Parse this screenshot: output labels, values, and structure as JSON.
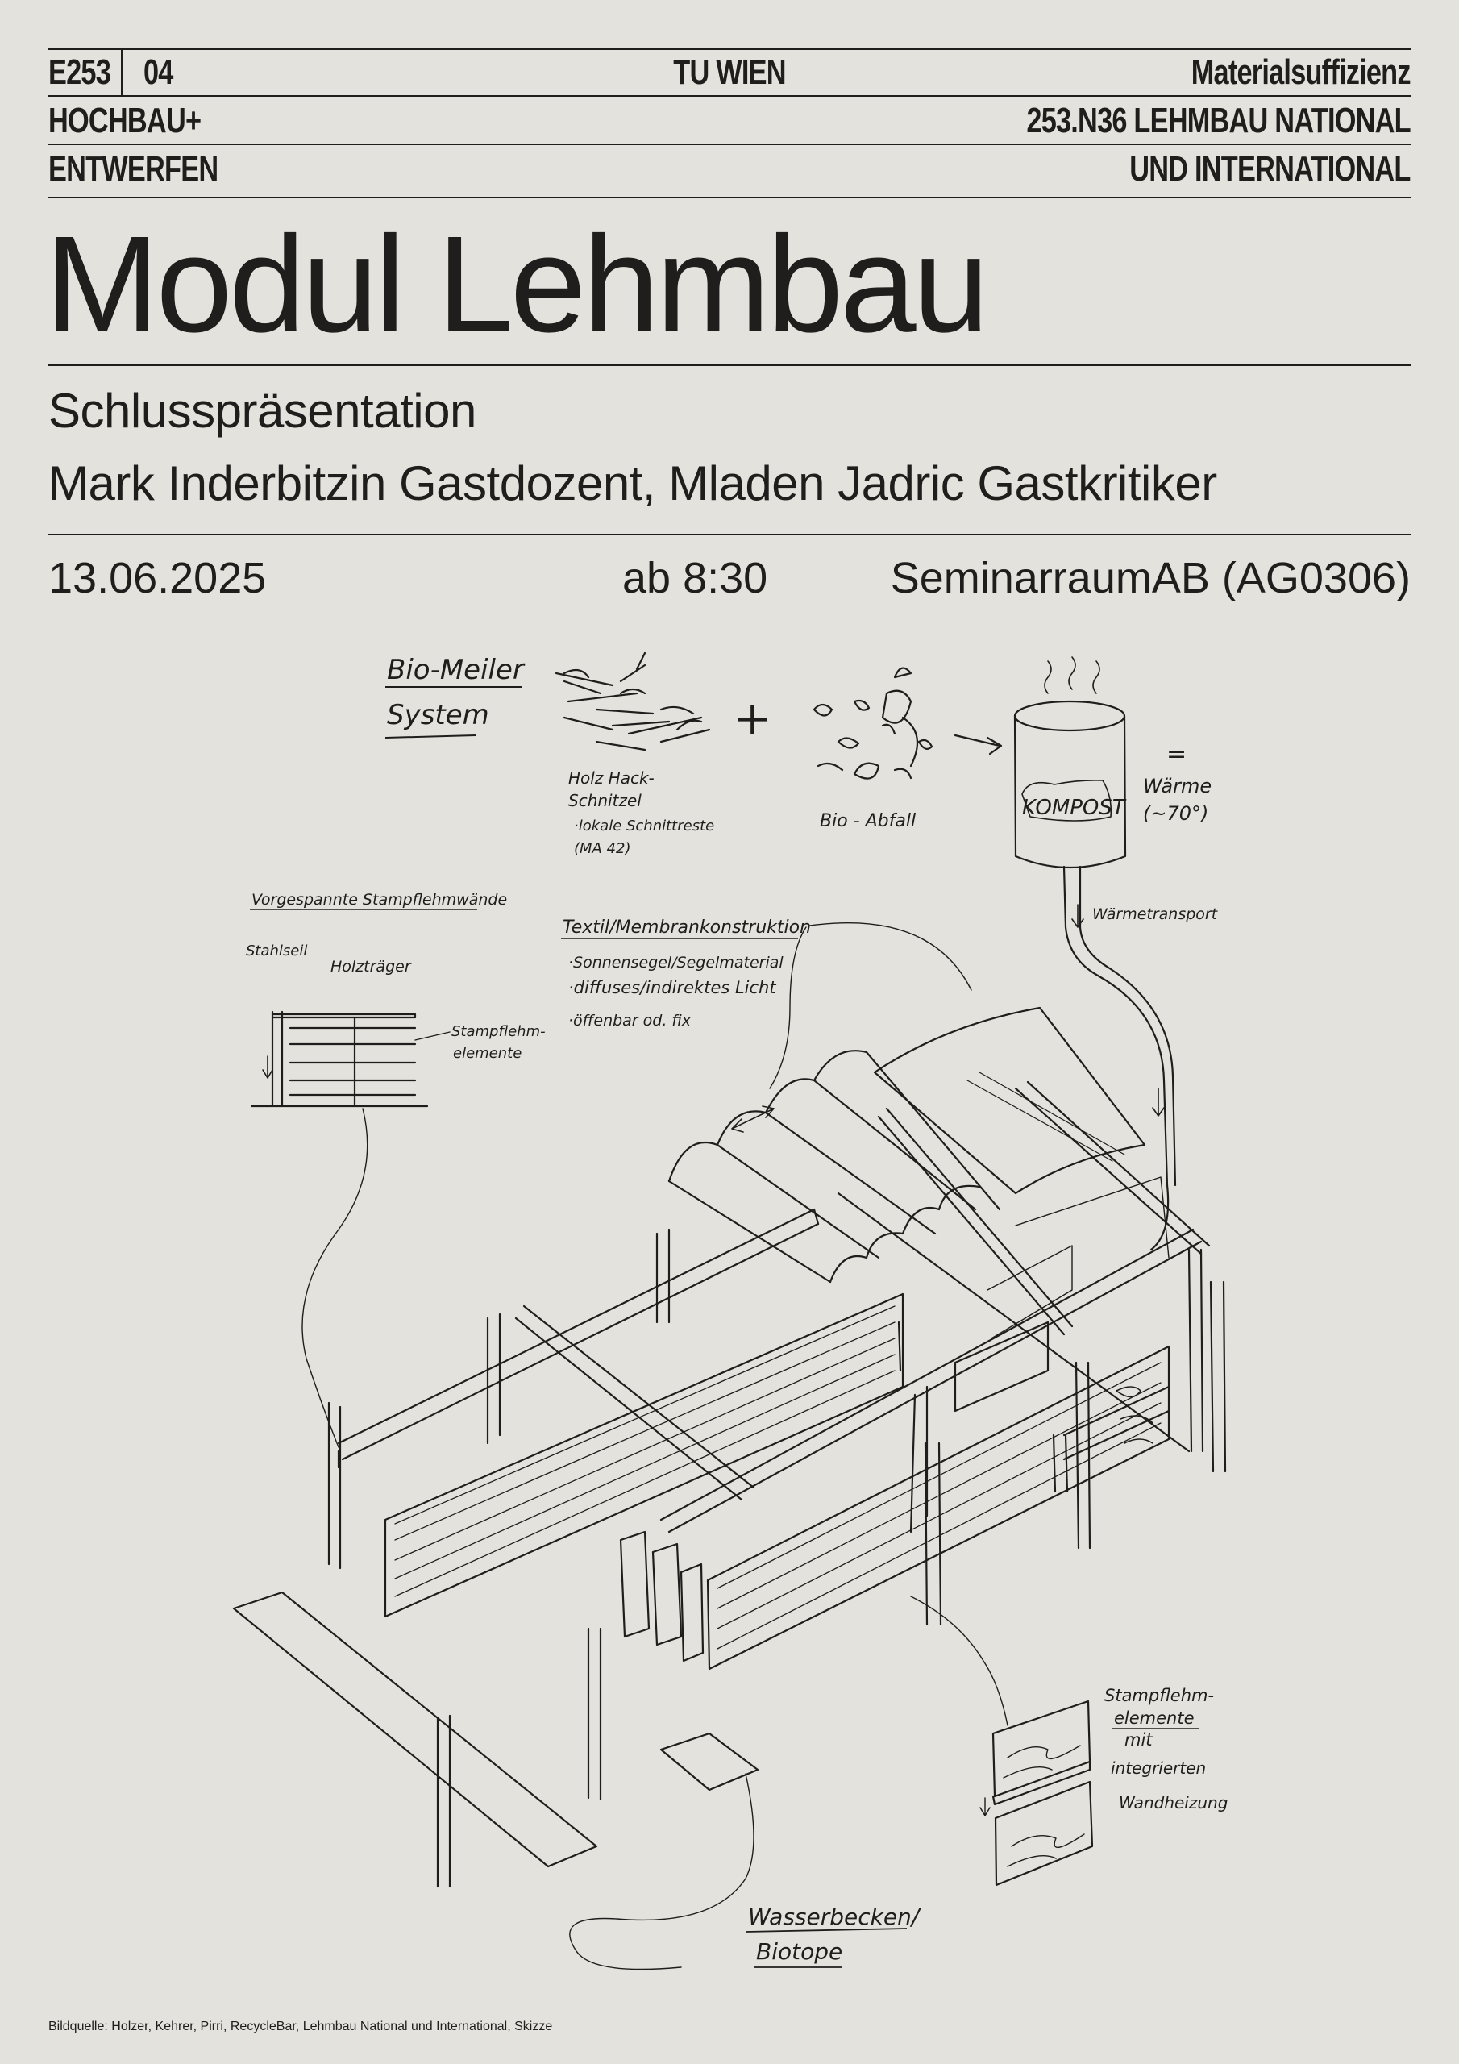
{
  "header": {
    "code": "E253",
    "number": "04",
    "institute_line1": "HOCHBAU+",
    "institute_line2": "ENTWERFEN",
    "university": "TU WIEN",
    "topic": "Materialsuffizienz",
    "course_line1": "253.N36 LEHMBAU NATIONAL",
    "course_line2": "UND INTERNATIONAL"
  },
  "title": "Modul Lehmbau",
  "subtitle": "Schlusspräsentation",
  "people": "Mark Inderbitzin Gastdozent, Mladen Jadric Gastkritiker",
  "event": {
    "date": "13.06.2025",
    "time": "ab 8:30",
    "room": "SeminarraumAB (AG0306)"
  },
  "sketch_annotations": {
    "bio_meiler_1": "Bio-Meiler",
    "bio_meiler_2": "System",
    "wood_1": "Holz Hack-",
    "wood_2": "Schnitzel",
    "wood_3": "·lokale Schnittreste",
    "wood_4": "(MA 42)",
    "plus": "+",
    "bio_waste": "Bio - Abfall",
    "compost": "KOMPOST",
    "heat_eq": "=",
    "heat_1": "Wärme",
    "heat_2": "(~70°)",
    "heat_transport": "Wärmetransport",
    "prestressed": "Vorgespannte Stampflehmwände",
    "steel_cable": "Stahlseil",
    "wood_beam": "Holzträger",
    "rammed_1": "Stampflehm-",
    "rammed_2": "elemente",
    "textile_title": "Textil/Membrankonstruktion",
    "textile_1": "·Sonnensegel/Segelmaterial",
    "textile_2": "·diffuses/indirektes Licht",
    "textile_3": "·öffenbar od. fix",
    "elements_1": "Stampflehm-",
    "elements_2": "elemente",
    "elements_3": "mit",
    "elements_4": "integrierten",
    "elements_5": "Wandheizung",
    "water_1": "Wasserbecken/",
    "water_2": "Biotope"
  },
  "credits": "Bildquelle: Holzer, Kehrer, Pirri, RecycleBar, Lehmbau National und International, Skizze"
}
